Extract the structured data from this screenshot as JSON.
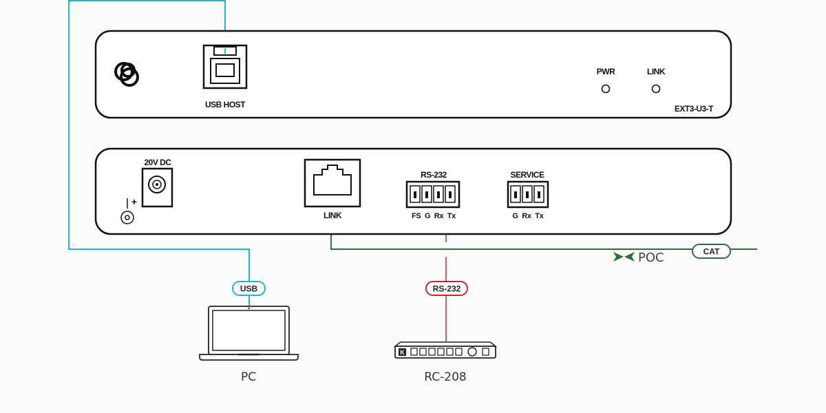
{
  "front_panel": {
    "usb_host": "USB HOST",
    "pwr": "PWR",
    "link": "LINK",
    "model": "EXT3-U3-T"
  },
  "rear_panel": {
    "power": "20V DC",
    "plus": "+",
    "link": "LINK",
    "rs232": "RS-232",
    "rs232_pins": "FS  G  Rx  Tx",
    "service": "SERVICE",
    "service_pins": "G  Rx  Tx"
  },
  "cables": {
    "usb": "USB",
    "rs232": "RS-232",
    "cat": "CAT",
    "poc": "POC"
  },
  "devices": {
    "pc": "PC",
    "rc": "RC-208"
  },
  "colors": {
    "usb": "#1fb3d6",
    "rs232": "#c0282c",
    "cat": "#2f6f3e",
    "panel_stroke": "#111111"
  }
}
